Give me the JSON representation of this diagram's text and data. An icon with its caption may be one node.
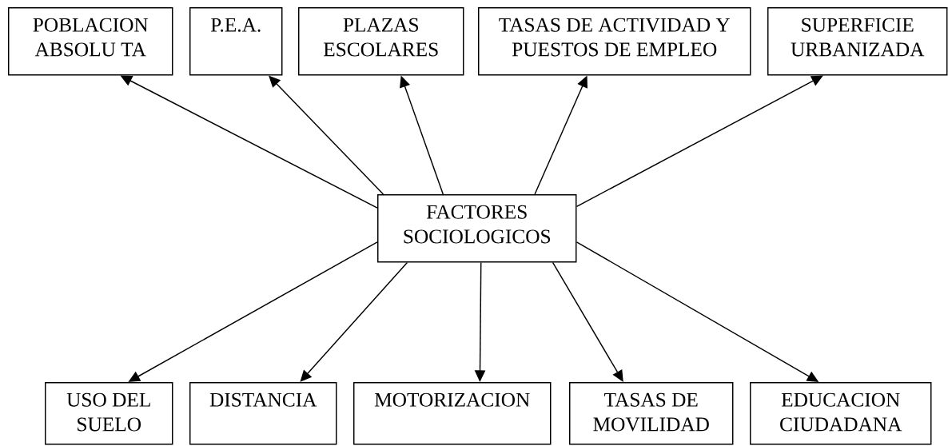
{
  "diagram": {
    "nodes": [
      {
        "text": [
          "POBLACION ABSOLU TA"
        ]
      },
      {
        "text": [
          "P.E.A."
        ]
      },
      {
        "text": [
          "PLAZAS ESCOLARES"
        ]
      },
      {
        "text": [
          "TASAS DE ACTIVIDAD Y PUESTOS DE EMPLEO"
        ]
      },
      {
        "text": [
          "SUPERFICIE URBANIZADA"
        ]
      },
      {
        "text": [
          "FACTORES SOCIOLOGICOS"
        ]
      },
      {
        "text": [
          "USO DEL SUELO"
        ]
      },
      {
        "text": [
          "DISTANCIA"
        ]
      },
      {
        "text": [
          "MOTORIZACION"
        ]
      },
      {
        "text": [
          "TASAS DE MOVILIDAD"
        ]
      },
      {
        "text": [
          "EDUCACION CIUDADANA"
        ]
      }
    ],
    "edges": [
      {
        "from": 5,
        "to": 0,
        "arrow": "to"
      },
      {
        "from": 5,
        "to": 1,
        "arrow": "to"
      },
      {
        "from": 5,
        "to": 2,
        "arrow": "to"
      },
      {
        "from": 5,
        "to": 3,
        "arrow": "to"
      },
      {
        "from": 5,
        "to": 4,
        "arrow": "to"
      },
      {
        "from": 5,
        "to": 6,
        "arrow": "to"
      },
      {
        "from": 5,
        "to": 7,
        "arrow": "to"
      },
      {
        "from": 5,
        "to": 8,
        "arrow": "to"
      },
      {
        "from": 5,
        "to": 9,
        "arrow": "to"
      },
      {
        "from": 5,
        "to": 10,
        "arrow": "to"
      }
    ]
  }
}
